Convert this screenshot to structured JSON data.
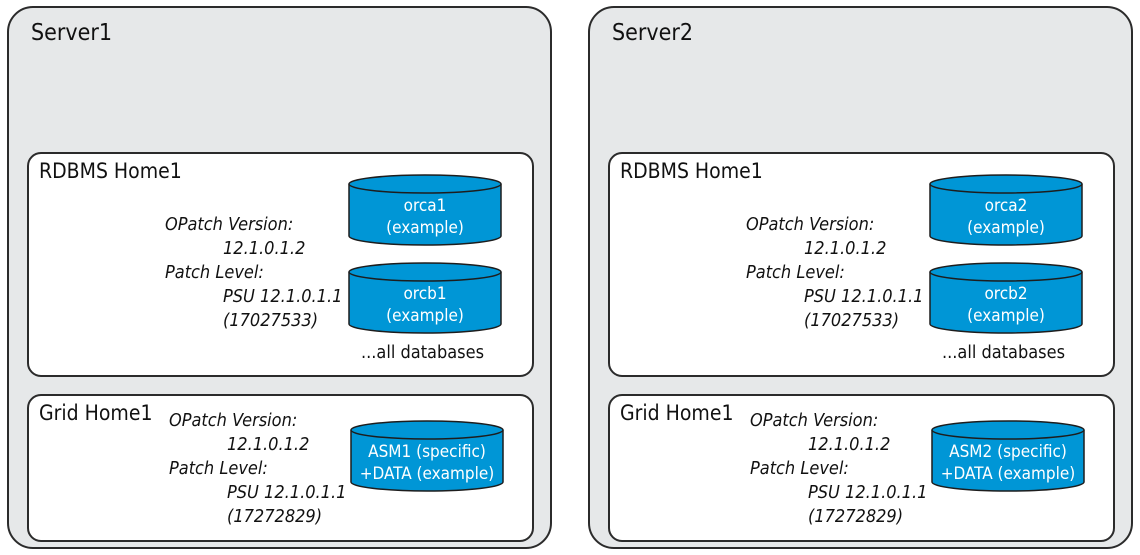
{
  "servers": [
    {
      "name": "Server1",
      "rdbms": {
        "title": "RDBMS Home1",
        "opatch_label": "OPatch Version:",
        "opatch_value": "12.1.0.1.2",
        "patch_label": "Patch Level:",
        "patch_value": "PSU 12.1.0.1.1",
        "patch_id": "(17027533)",
        "databases": [
          {
            "line1": "orca1",
            "line2": "(example)"
          },
          {
            "line1": "orcb1",
            "line2": "(example)"
          }
        ],
        "all_label": "...all databases"
      },
      "grid": {
        "title": "Grid Home1",
        "opatch_label": "OPatch Version:",
        "opatch_value": "12.1.0.1.2",
        "patch_label": "Patch Level:",
        "patch_value": "PSU 12.1.0.1.1",
        "patch_id": "(17272829)",
        "asm": {
          "line1": "ASM1 (specific)",
          "line2": "+DATA (example)"
        }
      }
    },
    {
      "name": "Server2",
      "rdbms": {
        "title": "RDBMS Home1",
        "opatch_label": "OPatch Version:",
        "opatch_value": "12.1.0.1.2",
        "patch_label": "Patch Level:",
        "patch_value": "PSU 12.1.0.1.1",
        "patch_id": "(17027533)",
        "databases": [
          {
            "line1": "orca2",
            "line2": "(example)"
          },
          {
            "line1": "orcb2",
            "line2": "(example)"
          }
        ],
        "all_label": "...all databases"
      },
      "grid": {
        "title": "Grid Home1",
        "opatch_label": "OPatch Version:",
        "opatch_value": "12.1.0.1.2",
        "patch_label": "Patch Level:",
        "patch_value": "PSU 12.1.0.1.1",
        "patch_id": "(17272829)",
        "asm": {
          "line1": "ASM2 (specific)",
          "line2": "+DATA (example)"
        }
      }
    }
  ],
  "colors": {
    "cylinder_fill": "#0096d6",
    "cylinder_stroke": "#1d1d1d",
    "server_bg": "#e6e8e9"
  }
}
